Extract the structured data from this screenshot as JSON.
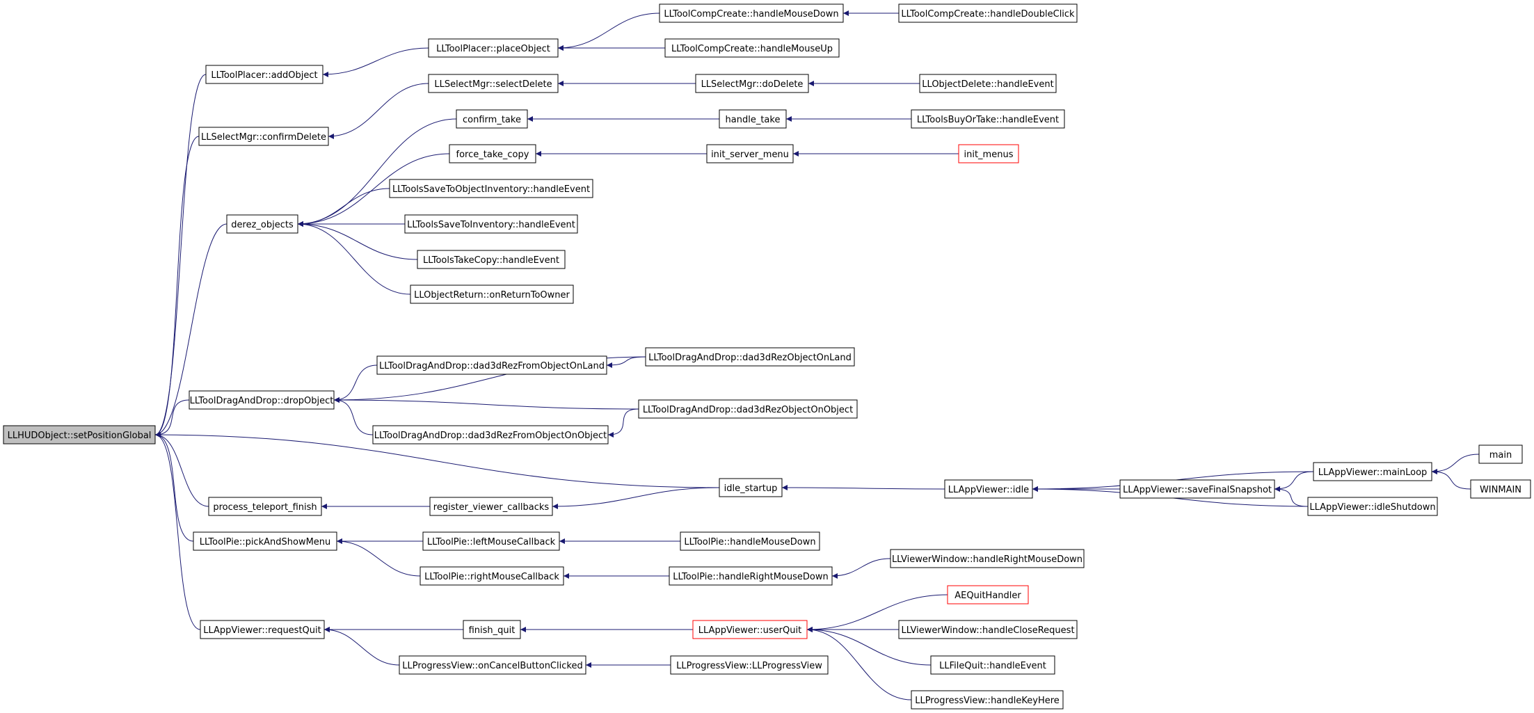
{
  "nodes": [
    {
      "id": "setPositionGlobal",
      "label": "LLHUDObject::setPositionGlobal",
      "highlight": true
    },
    {
      "id": "addObject",
      "label": "LLToolPlacer::addObject"
    },
    {
      "id": "placeObject",
      "label": "LLToolPlacer::placeObject"
    },
    {
      "id": "compMouseDown",
      "label": "LLToolCompCreate::handleMouseDown"
    },
    {
      "id": "compDoubleClick",
      "label": "LLToolCompCreate::handleDoubleClick"
    },
    {
      "id": "compMouseUp",
      "label": "LLToolCompCreate::handleMouseUp"
    },
    {
      "id": "confirmDelete",
      "label": "LLSelectMgr::confirmDelete"
    },
    {
      "id": "selectDelete",
      "label": "LLSelectMgr::selectDelete"
    },
    {
      "id": "doDelete",
      "label": "LLSelectMgr::doDelete"
    },
    {
      "id": "objectDelete",
      "label": "LLObjectDelete::handleEvent"
    },
    {
      "id": "derez",
      "label": "derez_objects"
    },
    {
      "id": "confirmTake",
      "label": "confirm_take"
    },
    {
      "id": "handleTake",
      "label": "handle_take"
    },
    {
      "id": "buyOrTake",
      "label": "LLToolsBuyOrTake::handleEvent"
    },
    {
      "id": "forceTakeCopy",
      "label": "force_take_copy"
    },
    {
      "id": "initServerMenu",
      "label": "init_server_menu"
    },
    {
      "id": "initMenus",
      "label": "init_menus",
      "red": true
    },
    {
      "id": "saveToObjInv",
      "label": "LLToolsSaveToObjectInventory::handleEvent"
    },
    {
      "id": "saveToInv",
      "label": "LLToolsSaveToInventory::handleEvent"
    },
    {
      "id": "takeCopy",
      "label": "LLToolsTakeCopy::handleEvent"
    },
    {
      "id": "returnToOwner",
      "label": "LLObjectReturn::onReturnToOwner"
    },
    {
      "id": "dropObject",
      "label": "LLToolDragAndDrop::dropObject"
    },
    {
      "id": "rezFromOnLand",
      "label": "LLToolDragAndDrop::dad3dRezFromObjectOnLand"
    },
    {
      "id": "rezOnLand",
      "label": "LLToolDragAndDrop::dad3dRezObjectOnLand"
    },
    {
      "id": "rezOnObject",
      "label": "LLToolDragAndDrop::dad3dRezObjectOnObject"
    },
    {
      "id": "rezFromOnObject",
      "label": "LLToolDragAndDrop::dad3dRezFromObjectOnObject"
    },
    {
      "id": "idleStartup",
      "label": "idle_startup"
    },
    {
      "id": "appIdle",
      "label": "LLAppViewer::idle"
    },
    {
      "id": "saveFinalSnapshot",
      "label": "LLAppViewer::saveFinalSnapshot"
    },
    {
      "id": "mainLoop",
      "label": "LLAppViewer::mainLoop"
    },
    {
      "id": "idleShutdown",
      "label": "LLAppViewer::idleShutdown"
    },
    {
      "id": "main",
      "label": "main"
    },
    {
      "id": "winmain",
      "label": "WINMAIN"
    },
    {
      "id": "teleportFinish",
      "label": "process_teleport_finish"
    },
    {
      "id": "registerCallbacks",
      "label": "register_viewer_callbacks"
    },
    {
      "id": "pickAndShowMenu",
      "label": "LLToolPie::pickAndShowMenu"
    },
    {
      "id": "leftMouseCb",
      "label": "LLToolPie::leftMouseCallback"
    },
    {
      "id": "pieMouseDown",
      "label": "LLToolPie::handleMouseDown"
    },
    {
      "id": "rightMouseCb",
      "label": "LLToolPie::rightMouseCallback"
    },
    {
      "id": "pieRightMouseDown",
      "label": "LLToolPie::handleRightMouseDown"
    },
    {
      "id": "winRightMouseDown",
      "label": "LLViewerWindow::handleRightMouseDown"
    },
    {
      "id": "requestQuit",
      "label": "LLAppViewer::requestQuit"
    },
    {
      "id": "finishQuit",
      "label": "finish_quit"
    },
    {
      "id": "userQuit",
      "label": "LLAppViewer::userQuit",
      "red": true
    },
    {
      "id": "aeQuit",
      "label": "AEQuitHandler",
      "red": true
    },
    {
      "id": "closeRequest",
      "label": "LLViewerWindow::handleCloseRequest"
    },
    {
      "id": "fileQuit",
      "label": "LLFileQuit::handleEvent"
    },
    {
      "id": "handleKeyHere",
      "label": "LLProgressView::handleKeyHere"
    },
    {
      "id": "cancelClicked",
      "label": "LLProgressView::onCancelButtonClicked"
    },
    {
      "id": "progressView",
      "label": "LLProgressView::LLProgressView"
    }
  ],
  "edges": [
    [
      "addObject",
      "setPositionGlobal"
    ],
    [
      "confirmDelete",
      "setPositionGlobal"
    ],
    [
      "derez",
      "setPositionGlobal"
    ],
    [
      "dropObject",
      "setPositionGlobal"
    ],
    [
      "idleStartup",
      "setPositionGlobal"
    ],
    [
      "teleportFinish",
      "setPositionGlobal"
    ],
    [
      "pickAndShowMenu",
      "setPositionGlobal"
    ],
    [
      "requestQuit",
      "setPositionGlobal"
    ],
    [
      "placeObject",
      "addObject"
    ],
    [
      "compMouseDown",
      "placeObject"
    ],
    [
      "compMouseUp",
      "placeObject"
    ],
    [
      "compDoubleClick",
      "compMouseDown"
    ],
    [
      "selectDelete",
      "confirmDelete"
    ],
    [
      "doDelete",
      "selectDelete"
    ],
    [
      "objectDelete",
      "doDelete"
    ],
    [
      "confirmTake",
      "derez"
    ],
    [
      "forceTakeCopy",
      "derez"
    ],
    [
      "saveToObjInv",
      "derez"
    ],
    [
      "saveToInv",
      "derez"
    ],
    [
      "takeCopy",
      "derez"
    ],
    [
      "returnToOwner",
      "derez"
    ],
    [
      "handleTake",
      "confirmTake"
    ],
    [
      "buyOrTake",
      "handleTake"
    ],
    [
      "initServerMenu",
      "forceTakeCopy"
    ],
    [
      "initMenus",
      "initServerMenu"
    ],
    [
      "rezFromOnLand",
      "dropObject"
    ],
    [
      "rezOnLand",
      "dropObject"
    ],
    [
      "rezOnObject",
      "dropObject"
    ],
    [
      "rezFromOnObject",
      "dropObject"
    ],
    [
      "rezOnLand",
      "rezFromOnLand"
    ],
    [
      "rezOnObject",
      "rezFromOnObject"
    ],
    [
      "appIdle",
      "idleStartup"
    ],
    [
      "saveFinalSnapshot",
      "appIdle"
    ],
    [
      "mainLoop",
      "appIdle"
    ],
    [
      "idleShutdown",
      "appIdle"
    ],
    [
      "mainLoop",
      "saveFinalSnapshot"
    ],
    [
      "idleShutdown",
      "saveFinalSnapshot"
    ],
    [
      "main",
      "mainLoop"
    ],
    [
      "winmain",
      "mainLoop"
    ],
    [
      "registerCallbacks",
      "teleportFinish"
    ],
    [
      "idleStartup",
      "registerCallbacks"
    ],
    [
      "leftMouseCb",
      "pickAndShowMenu"
    ],
    [
      "rightMouseCb",
      "pickAndShowMenu"
    ],
    [
      "pieMouseDown",
      "leftMouseCb"
    ],
    [
      "pieRightMouseDown",
      "rightMouseCb"
    ],
    [
      "winRightMouseDown",
      "pieRightMouseDown"
    ],
    [
      "finishQuit",
      "requestQuit"
    ],
    [
      "cancelClicked",
      "requestQuit"
    ],
    [
      "userQuit",
      "finishQuit"
    ],
    [
      "aeQuit",
      "userQuit"
    ],
    [
      "closeRequest",
      "userQuit"
    ],
    [
      "fileQuit",
      "userQuit"
    ],
    [
      "handleKeyHere",
      "userQuit"
    ],
    [
      "progressView",
      "cancelClicked"
    ]
  ],
  "colors": {
    "edge": "#191970",
    "node_border": "#000000",
    "node_border_red": "#ff0000",
    "highlight_fill": "#bfbfbf",
    "node_fill": "#ffffff"
  }
}
